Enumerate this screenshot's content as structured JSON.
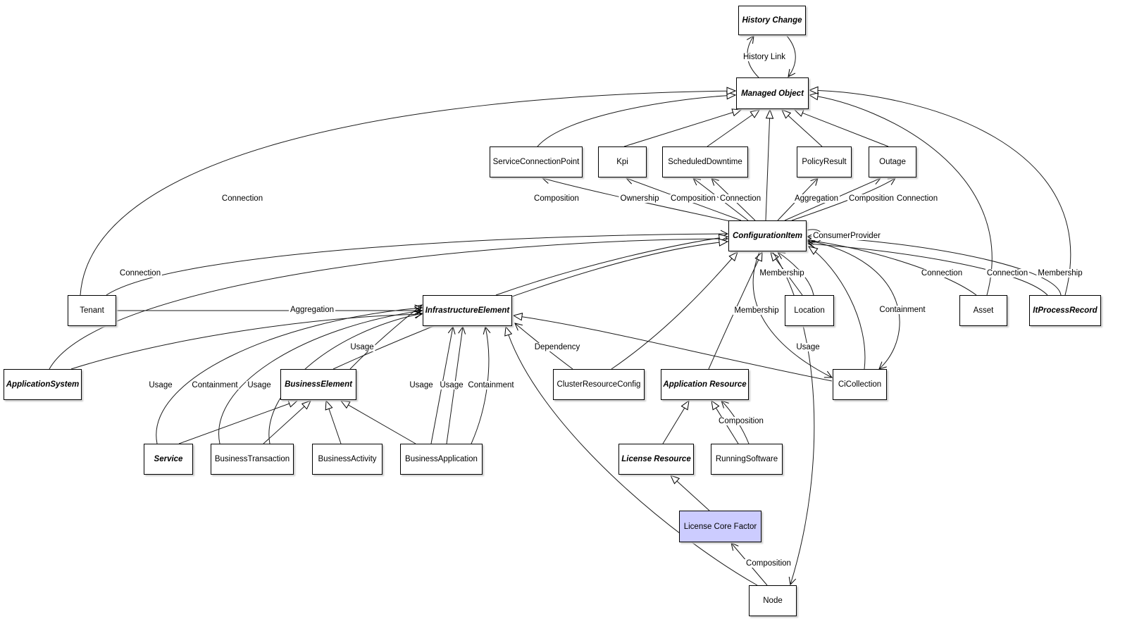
{
  "diagram": {
    "type": "uml-class-diagram",
    "highlight_fill": "#ccccff",
    "nodes": [
      {
        "id": "history-change",
        "label": "History Change",
        "abstract": true
      },
      {
        "id": "managed-object",
        "label": "Managed Object",
        "abstract": true
      },
      {
        "id": "service-connection-point",
        "label": "ServiceConnectionPoint",
        "abstract": false
      },
      {
        "id": "kpi",
        "label": "Kpi",
        "abstract": false
      },
      {
        "id": "scheduled-downtime",
        "label": "ScheduledDowntime",
        "abstract": false
      },
      {
        "id": "policy-result",
        "label": "PolicyResult",
        "abstract": false
      },
      {
        "id": "outage",
        "label": "Outage",
        "abstract": false
      },
      {
        "id": "configuration-item",
        "label": "ConfigurationItem",
        "abstract": true
      },
      {
        "id": "tenant",
        "label": "Tenant",
        "abstract": false
      },
      {
        "id": "infrastructure-element",
        "label": "InfrastructureElement",
        "abstract": true
      },
      {
        "id": "location",
        "label": "Location",
        "abstract": false
      },
      {
        "id": "asset",
        "label": "Asset",
        "abstract": false
      },
      {
        "id": "it-process-record",
        "label": "ItProcessRecord",
        "abstract": true
      },
      {
        "id": "application-system",
        "label": "ApplicationSystem",
        "abstract": true
      },
      {
        "id": "business-element",
        "label": "BusinessElement",
        "abstract": true
      },
      {
        "id": "cluster-resource-config",
        "label": "ClusterResourceConfig",
        "abstract": false
      },
      {
        "id": "application-resource",
        "label": "Application Resource",
        "abstract": true
      },
      {
        "id": "ci-collection",
        "label": "CiCollection",
        "abstract": false
      },
      {
        "id": "service",
        "label": "Service",
        "abstract": true
      },
      {
        "id": "business-transaction",
        "label": "BusinessTransaction",
        "abstract": false
      },
      {
        "id": "business-activity",
        "label": "BusinessActivity",
        "abstract": false
      },
      {
        "id": "business-application",
        "label": "BusinessApplication",
        "abstract": false
      },
      {
        "id": "license-resource",
        "label": "License Resource",
        "abstract": true
      },
      {
        "id": "running-software",
        "label": "RunningSoftware",
        "abstract": false
      },
      {
        "id": "license-core-factor",
        "label": "License Core Factor",
        "abstract": false,
        "highlighted": true
      },
      {
        "id": "node",
        "label": "Node",
        "abstract": false
      }
    ],
    "edge_labels": [
      {
        "text": "History Link"
      },
      {
        "text": "Connection"
      },
      {
        "text": "Composition"
      },
      {
        "text": "Ownership"
      },
      {
        "text": "Composition"
      },
      {
        "text": "Connection"
      },
      {
        "text": "Aggregation"
      },
      {
        "text": "Composition"
      },
      {
        "text": "Connection"
      },
      {
        "text": "ConsumerProvider"
      },
      {
        "text": "Connection"
      },
      {
        "text": "Membership"
      },
      {
        "text": "Connection"
      },
      {
        "text": "Connection"
      },
      {
        "text": "Membership"
      },
      {
        "text": "Aggregation"
      },
      {
        "text": "Membership"
      },
      {
        "text": "Containment"
      },
      {
        "text": "Usage"
      },
      {
        "text": "Dependency"
      },
      {
        "text": "Usage"
      },
      {
        "text": "Usage"
      },
      {
        "text": "Containment"
      },
      {
        "text": "Usage"
      },
      {
        "text": "Usage"
      },
      {
        "text": "Usage"
      },
      {
        "text": "Containment"
      },
      {
        "text": "Composition"
      },
      {
        "text": "Composition"
      }
    ],
    "relationships": [
      {
        "from": "Managed Object",
        "to": "History Change",
        "label": "History Link",
        "type": "association"
      },
      {
        "from": "ConfigurationItem",
        "to": "Managed Object",
        "type": "generalization"
      },
      {
        "from": "Kpi",
        "to": "Managed Object",
        "type": "generalization"
      },
      {
        "from": "ScheduledDowntime",
        "to": "Managed Object",
        "type": "generalization"
      },
      {
        "from": "PolicyResult",
        "to": "Managed Object",
        "type": "generalization"
      },
      {
        "from": "Outage",
        "to": "Managed Object",
        "type": "generalization"
      },
      {
        "from": "ServiceConnectionPoint",
        "to": "Managed Object",
        "type": "generalization"
      },
      {
        "from": "Tenant",
        "to": "Managed Object",
        "label": "Connection",
        "type": "association"
      },
      {
        "from": "Asset",
        "to": "Managed Object",
        "type": "generalization"
      },
      {
        "from": "ItProcessRecord",
        "to": "Managed Object",
        "type": "generalization"
      },
      {
        "from": "ConfigurationItem",
        "to": "ServiceConnectionPoint",
        "label": "Composition",
        "type": "association"
      },
      {
        "from": "ConfigurationItem",
        "to": "Kpi",
        "label": "Ownership",
        "type": "association"
      },
      {
        "from": "ConfigurationItem",
        "to": "ScheduledDowntime",
        "label": "Composition",
        "type": "association"
      },
      {
        "from": "ConfigurationItem",
        "to": "ScheduledDowntime",
        "label": "Connection",
        "type": "association"
      },
      {
        "from": "ConfigurationItem",
        "to": "PolicyResult",
        "label": "Aggregation",
        "type": "association"
      },
      {
        "from": "ConfigurationItem",
        "to": "Outage",
        "label": "Composition",
        "type": "association"
      },
      {
        "from": "ConfigurationItem",
        "to": "Outage",
        "label": "Connection",
        "type": "association"
      },
      {
        "from": "ConfigurationItem",
        "to": "ConfigurationItem",
        "label": "ConsumerProvider",
        "type": "association"
      },
      {
        "from": "Tenant",
        "to": "ConfigurationItem",
        "label": "Connection",
        "type": "association"
      },
      {
        "from": "Tenant",
        "to": "InfrastructureElement",
        "label": "Aggregation",
        "type": "association"
      },
      {
        "from": "ApplicationSystem",
        "to": "ConfigurationItem",
        "type": "generalization"
      },
      {
        "from": "ApplicationSystem",
        "to": "InfrastructureElement",
        "type": "association"
      },
      {
        "from": "InfrastructureElement",
        "to": "ConfigurationItem",
        "type": "generalization"
      },
      {
        "from": "BusinessElement",
        "to": "ConfigurationItem",
        "type": "generalization"
      },
      {
        "from": "ClusterResourceConfig",
        "to": "ConfigurationItem",
        "type": "generalization"
      },
      {
        "from": "Application Resource",
        "to": "ConfigurationItem",
        "type": "generalization"
      },
      {
        "from": "CiCollection",
        "to": "ConfigurationItem",
        "type": "generalization"
      },
      {
        "from": "Location",
        "to": "ConfigurationItem",
        "label": "Membership",
        "type": "association"
      },
      {
        "from": "ConfigurationItem",
        "to": "CiCollection",
        "label": "Membership",
        "type": "association"
      },
      {
        "from": "ConfigurationItem",
        "to": "CiCollection",
        "label": "Containment",
        "type": "association"
      },
      {
        "from": "ConfigurationItem",
        "to": "Node",
        "label": "Usage",
        "type": "association"
      },
      {
        "from": "CiCollection",
        "to": "InfrastructureElement",
        "type": "generalization"
      },
      {
        "from": "ClusterResourceConfig",
        "to": "InfrastructureElement",
        "label": "Dependency",
        "type": "association"
      },
      {
        "from": "Asset",
        "to": "ConfigurationItem",
        "label": "Connection",
        "type": "association"
      },
      {
        "from": "ItProcessRecord",
        "to": "ConfigurationItem",
        "label": "Connection",
        "type": "association"
      },
      {
        "from": "ItProcessRecord",
        "to": "ConfigurationItem",
        "label": "Membership",
        "type": "association"
      },
      {
        "from": "Service",
        "to": "BusinessElement",
        "type": "generalization"
      },
      {
        "from": "BusinessTransaction",
        "to": "BusinessElement",
        "type": "generalization"
      },
      {
        "from": "BusinessActivity",
        "to": "BusinessElement",
        "type": "generalization"
      },
      {
        "from": "BusinessApplication",
        "to": "BusinessElement",
        "type": "generalization"
      },
      {
        "from": "Service",
        "to": "InfrastructureElement",
        "label": "Usage",
        "type": "association"
      },
      {
        "from": "BusinessTransaction",
        "to": "InfrastructureElement",
        "label": "Containment",
        "type": "association"
      },
      {
        "from": "BusinessTransaction",
        "to": "InfrastructureElement",
        "label": "Usage",
        "type": "association"
      },
      {
        "from": "BusinessElement",
        "to": "InfrastructureElement",
        "label": "Usage",
        "type": "association"
      },
      {
        "from": "BusinessApplication",
        "to": "InfrastructureElement",
        "label": "Usage",
        "type": "association"
      },
      {
        "from": "BusinessApplication",
        "to": "InfrastructureElement",
        "label": "Usage",
        "type": "association"
      },
      {
        "from": "BusinessApplication",
        "to": "InfrastructureElement",
        "label": "Containment",
        "type": "association"
      },
      {
        "from": "Node",
        "to": "InfrastructureElement",
        "type": "generalization"
      },
      {
        "from": "License Resource",
        "to": "Application Resource",
        "type": "generalization"
      },
      {
        "from": "RunningSoftware",
        "to": "Application Resource",
        "type": "generalization"
      },
      {
        "from": "RunningSoftware",
        "to": "Application Resource",
        "label": "Composition",
        "type": "association"
      },
      {
        "from": "License Core Factor",
        "to": "License Resource",
        "type": "generalization"
      },
      {
        "from": "Node",
        "to": "License Core Factor",
        "label": "Composition",
        "type": "association"
      }
    ]
  }
}
